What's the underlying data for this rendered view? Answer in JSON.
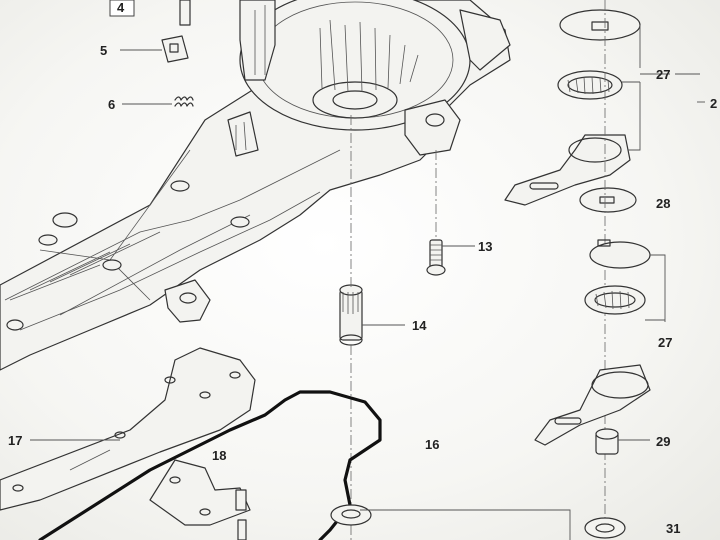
{
  "callouts": {
    "c4": "4",
    "c5": "5",
    "c6": "6",
    "c13": "13",
    "c14": "14",
    "c16": "16",
    "c17": "17",
    "c18": "18",
    "c27a": "27",
    "c27b": "27",
    "c28": "28",
    "c29": "29",
    "c31": "31",
    "c2partial": "2"
  }
}
